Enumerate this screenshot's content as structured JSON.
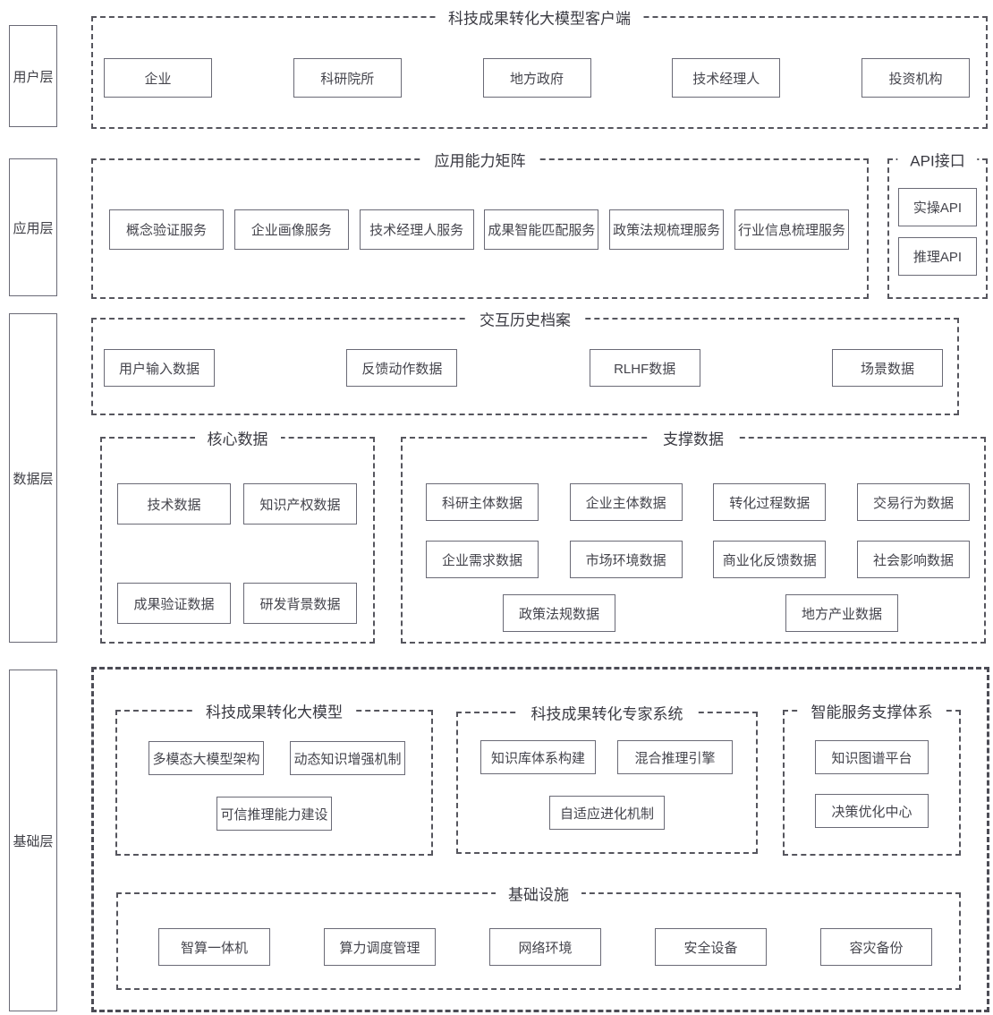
{
  "layers": [
    {
      "label": "用户层",
      "containers": [
        {
          "title": "科技成果转化大模型客户端",
          "items": [
            "企业",
            "科研院所",
            "地方政府",
            "技术经理人",
            "投资机构"
          ]
        }
      ]
    },
    {
      "label": "应用层",
      "containers": [
        {
          "title": "应用能力矩阵",
          "items": [
            "概念验证服务",
            "企业画像服务",
            "技术经理人服务",
            "成果智能匹配服务",
            "政策法规梳理服务",
            "行业信息梳理服务"
          ]
        },
        {
          "title": "API接口",
          "items": [
            "实操API",
            "推理API"
          ]
        }
      ]
    },
    {
      "label": "数据层",
      "containers": [
        {
          "title": "交互历史档案",
          "items": [
            "用户输入数据",
            "反馈动作数据",
            "RLHF数据",
            "场景数据"
          ]
        },
        {
          "title": "核心数据",
          "rows": [
            [
              "技术数据",
              "知识产权数据"
            ],
            [
              "成果验证数据",
              "研发背景数据"
            ]
          ]
        },
        {
          "title": "支撑数据",
          "rows": [
            [
              "科研主体数据",
              "企业主体数据",
              "转化过程数据",
              "交易行为数据"
            ],
            [
              "企业需求数据",
              "市场环境数据",
              "商业化反馈数据",
              "社会影响数据"
            ],
            [
              "政策法规数据",
              "地方产业数据"
            ]
          ]
        }
      ]
    },
    {
      "label": "基础层",
      "containers": [
        {
          "title": "科技成果转化大模型",
          "rows": [
            [
              "多模态大模型架构",
              "动态知识增强机制"
            ],
            [
              "可信推理能力建设"
            ]
          ]
        },
        {
          "title": "科技成果转化专家系统",
          "rows": [
            [
              "知识库体系构建",
              "混合推理引擎"
            ],
            [
              "自适应进化机制"
            ]
          ]
        },
        {
          "title": "智能服务支撑体系",
          "rows": [
            [
              "知识图谱平台"
            ],
            [
              "决策优化中心"
            ]
          ]
        },
        {
          "title": "基础设施",
          "items": [
            "智算一体机",
            "算力调度管理",
            "网络环境",
            "安全设备",
            "容灾备份"
          ]
        }
      ]
    }
  ],
  "colors": {
    "box_border": "#6a6a76",
    "dashed_border": "#56565e",
    "outer_border": "#4c4c55",
    "text": "#3f3f46",
    "background": "#ffffff"
  }
}
